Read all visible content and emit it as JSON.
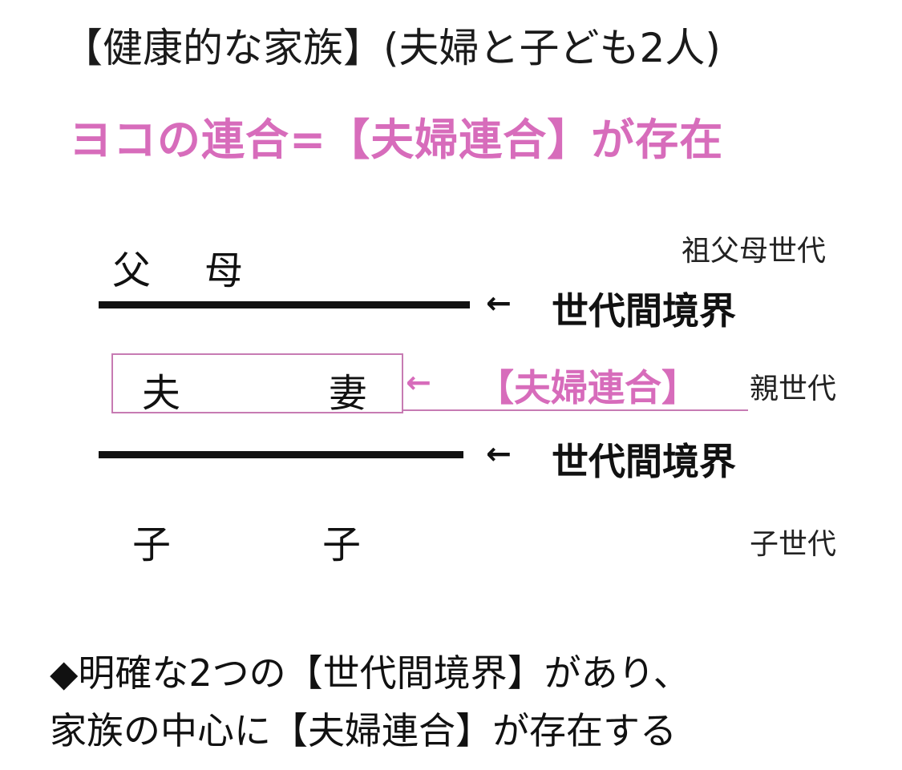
{
  "title": "【健康的な家族】(夫婦と子ども2人)",
  "subtitle": "ヨコの連合=【夫婦連合】が存在",
  "diagram": {
    "grandparent_generation": {
      "father": "父",
      "mother": "母",
      "label": "祖父母世代"
    },
    "upper_boundary": {
      "arrow": "←",
      "label": "世代間境界"
    },
    "parent_generation": {
      "husband": "夫",
      "wife": "妻",
      "arrow": "←",
      "coalition_label": "【夫婦連合】",
      "label": "親世代"
    },
    "lower_boundary": {
      "arrow": "←",
      "label": "世代間境界"
    },
    "child_generation": {
      "child1": "子",
      "child2": "子",
      "label": "子世代"
    }
  },
  "summary": {
    "line1": "◆明確な2つの【世代間境界】があり、",
    "line2": "家族の中心に【夫婦連合】が存在する"
  },
  "colors": {
    "accent_pink": "#d76cbb",
    "box_pink": "#c77bb3",
    "text": "#111111"
  }
}
